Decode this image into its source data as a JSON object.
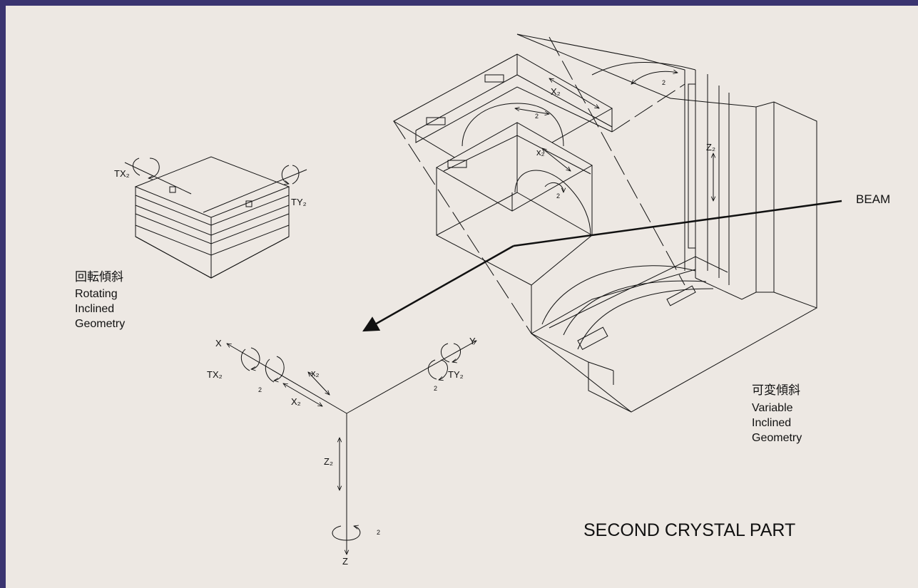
{
  "labels": {
    "beam": "BEAM",
    "title": "SECOND CRYSTAL PART",
    "rotating_jp": "回転傾斜",
    "rotating_en": [
      "Rotating",
      "Inclined",
      "Geometry"
    ],
    "variable_jp": "可変傾斜",
    "variable_en": [
      "Variable",
      "Inclined",
      "Geometry"
    ],
    "axis_x": "X",
    "axis_y": "Y",
    "axis_z": "Z",
    "tx2": "TX₂",
    "ty2": "TY₂",
    "x2": "X₂",
    "x2_lower": "x₂",
    "z2": "Z₂",
    "sub2": "2"
  },
  "colors": {
    "background": "#ede8e3",
    "frame": "#3a3470",
    "line": "#111111"
  }
}
